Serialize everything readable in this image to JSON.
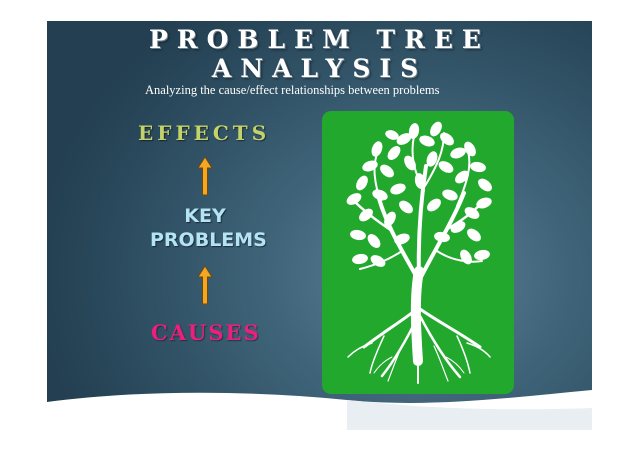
{
  "slide": {
    "title_line1": "PROBLEM TREE",
    "title_line2": "ANALYSIS",
    "subtitle": "Analyzing the cause/effect relationships between problems"
  },
  "diagram": {
    "effects_label": "EFFECTS",
    "key_problems_line1": "KEY",
    "key_problems_line2": "PROBLEMS",
    "causes_label": "CAUSES",
    "arrow_icon": "up-arrow-icon",
    "tree_icon": "tree-with-roots-icon"
  },
  "colors": {
    "background": "#2f5063",
    "effects": "#c3d36a",
    "key_problems": "#b4e3f3",
    "causes": "#ee1f7c",
    "arrow": "#f5a623",
    "tree_panel": "#21a82d"
  }
}
